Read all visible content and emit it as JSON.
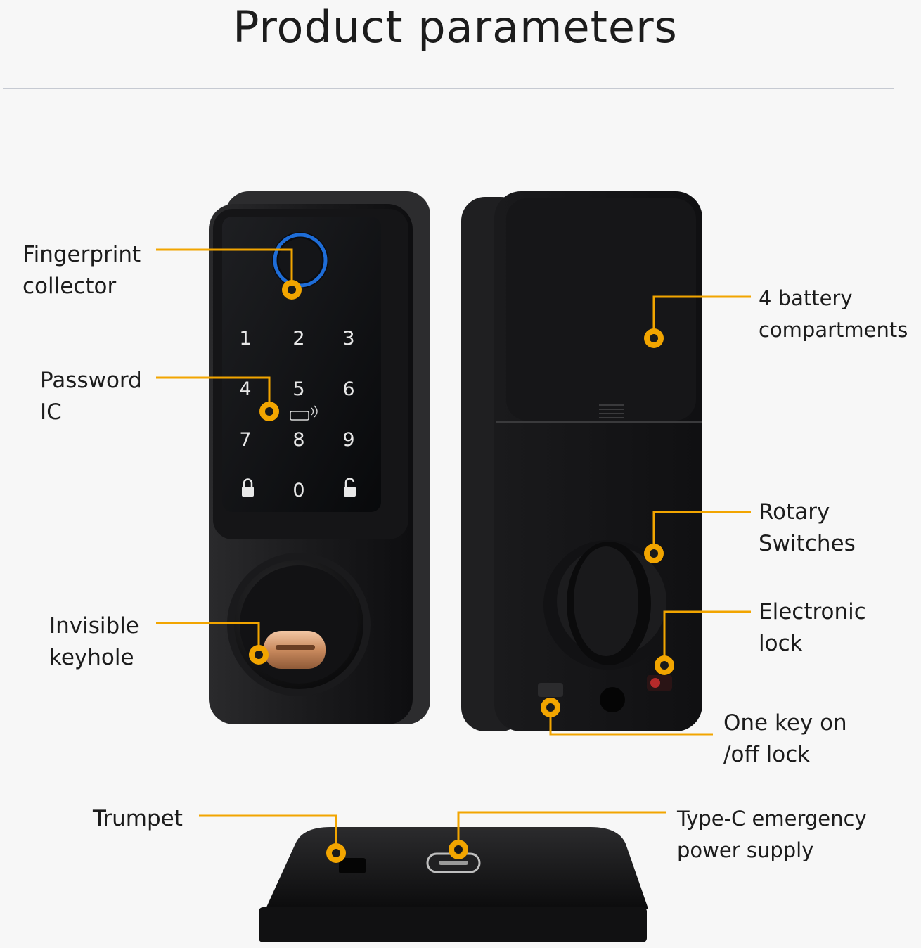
{
  "title": "Product parameters",
  "accent_color": "#f2a500",
  "keypad": {
    "keys": [
      "1",
      "2",
      "3",
      "4",
      "5",
      "6",
      "7",
      "8",
      "9",
      "0"
    ],
    "card_label": "CARD"
  },
  "callouts": {
    "fingerprint": {
      "line1": "Fingerprint",
      "line2": "collector"
    },
    "password": {
      "line1": "Password",
      "line2": "IC"
    },
    "keyhole": {
      "line1": "Invisible",
      "line2": "keyhole"
    },
    "battery": {
      "line1": "4 battery",
      "line2": "compartments"
    },
    "rotary": {
      "line1": "Rotary",
      "line2": "Switches"
    },
    "electronic": {
      "line1": "Electronic",
      "line2": "lock"
    },
    "onekey": {
      "line1": "One key on",
      "line2": "/off lock"
    },
    "trumpet": {
      "line1": "Trumpet"
    },
    "typec": {
      "line1": "Type-C emergency",
      "line2": "power supply"
    }
  }
}
